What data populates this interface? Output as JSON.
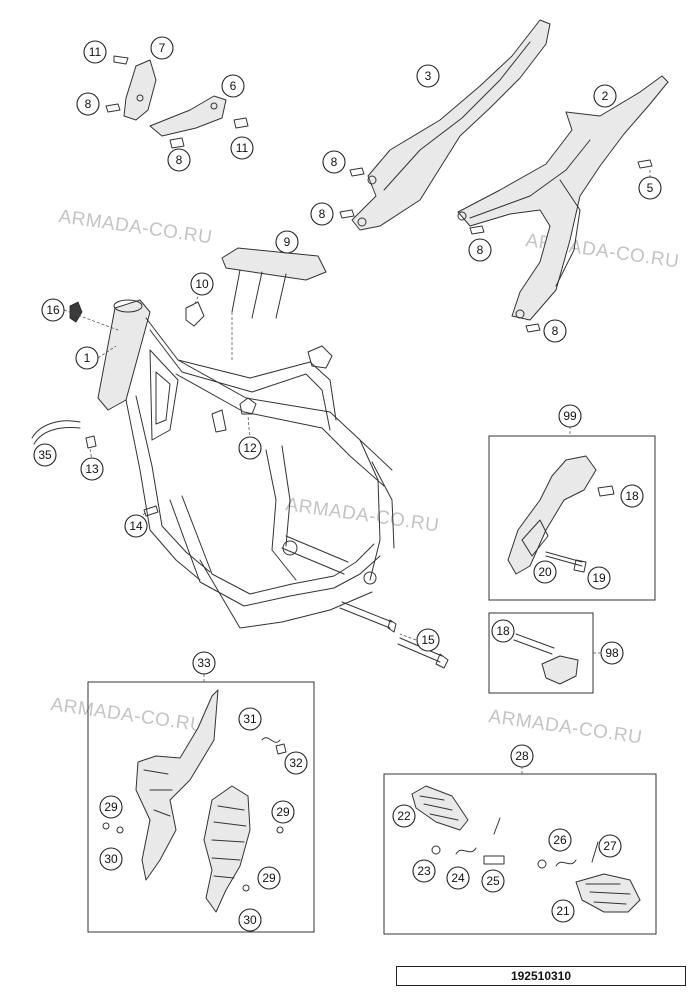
{
  "watermark": "ARMADA-CO.RU",
  "drawing_number": "192510310",
  "callouts": {
    "c1": "1",
    "c2": "2",
    "c3": "3",
    "c5": "5",
    "c6": "6",
    "c7": "7",
    "c8": "8",
    "c9": "9",
    "c10": "10",
    "c11": "11",
    "c12": "12",
    "c13": "13",
    "c14": "14",
    "c15": "15",
    "c16": "16",
    "c18": "18",
    "c19": "19",
    "c20": "20",
    "c21": "21",
    "c22": "22",
    "c23": "23",
    "c24": "24",
    "c25": "25",
    "c26": "26",
    "c27": "27",
    "c28": "28",
    "c29": "29",
    "c30": "30",
    "c31": "31",
    "c32": "32",
    "c33": "33",
    "c35": "35",
    "c98": "98",
    "c99": "99"
  },
  "colors": {
    "line": "#333333",
    "watermark": "#c4c4c4",
    "fill": "#e9e9e9"
  }
}
